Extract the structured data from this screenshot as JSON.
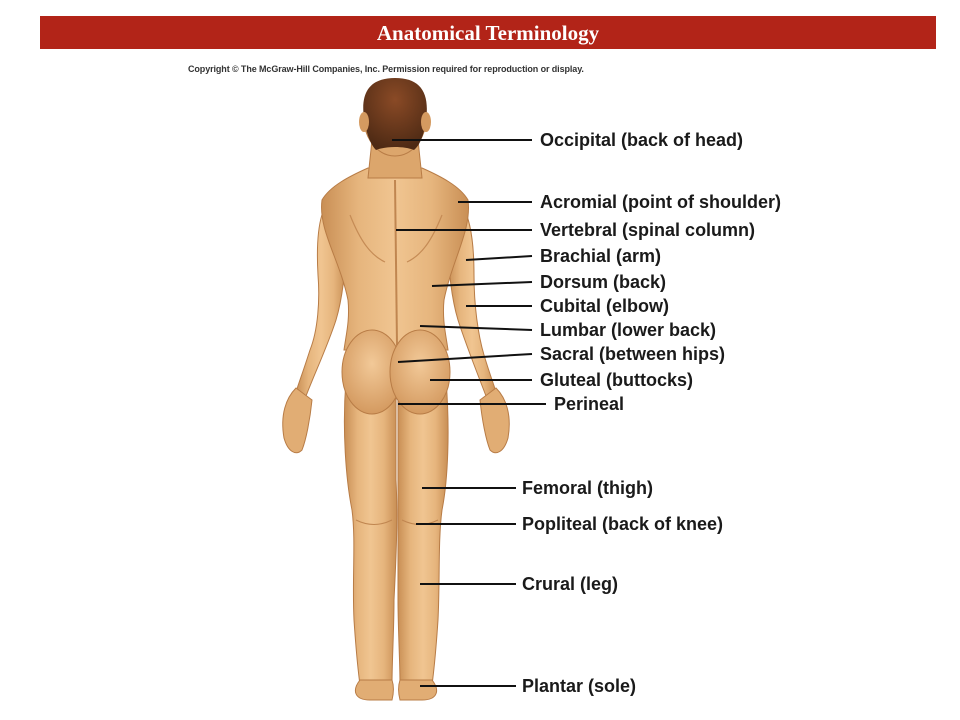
{
  "title": "Anatomical Terminology",
  "copyright": "Copyright © The McGraw-Hill Companies, Inc. Permission required for reproduction or display.",
  "colors": {
    "title_bar": "#b22418",
    "skin": "#e4b27a",
    "skin_shadow": "#c98f55",
    "hair": "#6a3a1e",
    "leader_line": "#111111"
  },
  "labels": [
    {
      "id": "occipital",
      "text": "Occipital (back of head)"
    },
    {
      "id": "acromial",
      "text": "Acromial (point of shoulder)"
    },
    {
      "id": "vertebral",
      "text": "Vertebral (spinal column)"
    },
    {
      "id": "brachial",
      "text": "Brachial (arm)"
    },
    {
      "id": "dorsum",
      "text": "Dorsum (back)"
    },
    {
      "id": "cubital",
      "text": "Cubital (elbow)"
    },
    {
      "id": "lumbar",
      "text": "Lumbar (lower back)"
    },
    {
      "id": "sacral",
      "text": "Sacral (between hips)"
    },
    {
      "id": "gluteal",
      "text": "Gluteal (buttocks)"
    },
    {
      "id": "perineal",
      "text": "Perineal"
    },
    {
      "id": "femoral",
      "text": "Femoral (thigh)"
    },
    {
      "id": "popliteal",
      "text": "Popliteal (back of knee)"
    },
    {
      "id": "crural",
      "text": "Crural (leg)"
    },
    {
      "id": "plantar",
      "text": "Plantar (sole)"
    }
  ]
}
